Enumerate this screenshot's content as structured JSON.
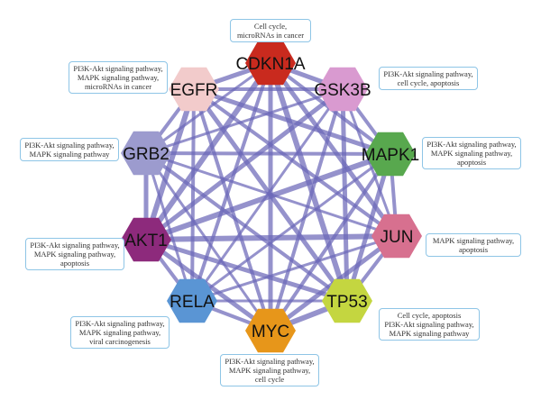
{
  "nodes": [
    {
      "id": "cdkn1a",
      "label": "CDKN1A",
      "color": "#c92a1e"
    },
    {
      "id": "gsk3b",
      "label": "GSK3B",
      "color": "#d99ad0"
    },
    {
      "id": "mapk1",
      "label": "MAPK1",
      "color": "#58a84e"
    },
    {
      "id": "jun",
      "label": "JUN",
      "color": "#d7708f"
    },
    {
      "id": "tp53",
      "label": "TP53",
      "color": "#c4d640"
    },
    {
      "id": "myc",
      "label": "MYC",
      "color": "#e7961a"
    },
    {
      "id": "rela",
      "label": "RELA",
      "color": "#5a95d4"
    },
    {
      "id": "akt1",
      "label": "AKT1",
      "color": "#8d2a7c"
    },
    {
      "id": "grb2",
      "label": "GRB2",
      "color": "#9c9bce"
    },
    {
      "id": "egfr",
      "label": "EGFR",
      "color": "#f2cbcb"
    }
  ],
  "edge_color": "#6c68b8",
  "callouts": {
    "cdkn1a": [
      "Cell cycle,",
      "microRNAs in cancer"
    ],
    "egfr": [
      "PI3K-Akt signaling pathway,",
      "MAPK signaling pathway,",
      "microRNAs in cancer"
    ],
    "gsk3b": [
      "PI3K-Akt signaling pathway,",
      "cell cycle, apoptosis"
    ],
    "grb2": [
      "PI3K-Akt signaling pathway,",
      "MAPK signaling pathway"
    ],
    "mapk1": [
      "PI3K-Akt signaling pathway,",
      "MAPK signaling pathway,",
      "apoptosis"
    ],
    "akt1": [
      "PI3K-Akt signaling pathway,",
      "MAPK signaling pathway,",
      "apoptosis"
    ],
    "jun": [
      "MAPK signaling pathway,",
      "apoptosis"
    ],
    "rela": [
      "PI3K-Akt signaling pathway,",
      "MAPK signaling pathway,",
      "viral carcinogenesis"
    ],
    "tp53": [
      "Cell cycle, apoptosis",
      "PI3K-Akt signaling pathway,",
      "MAPK signaling pathway"
    ],
    "myc": [
      "PI3K-Akt signaling pathway,",
      "MAPK signaling pathway,",
      "cell cycle"
    ]
  }
}
